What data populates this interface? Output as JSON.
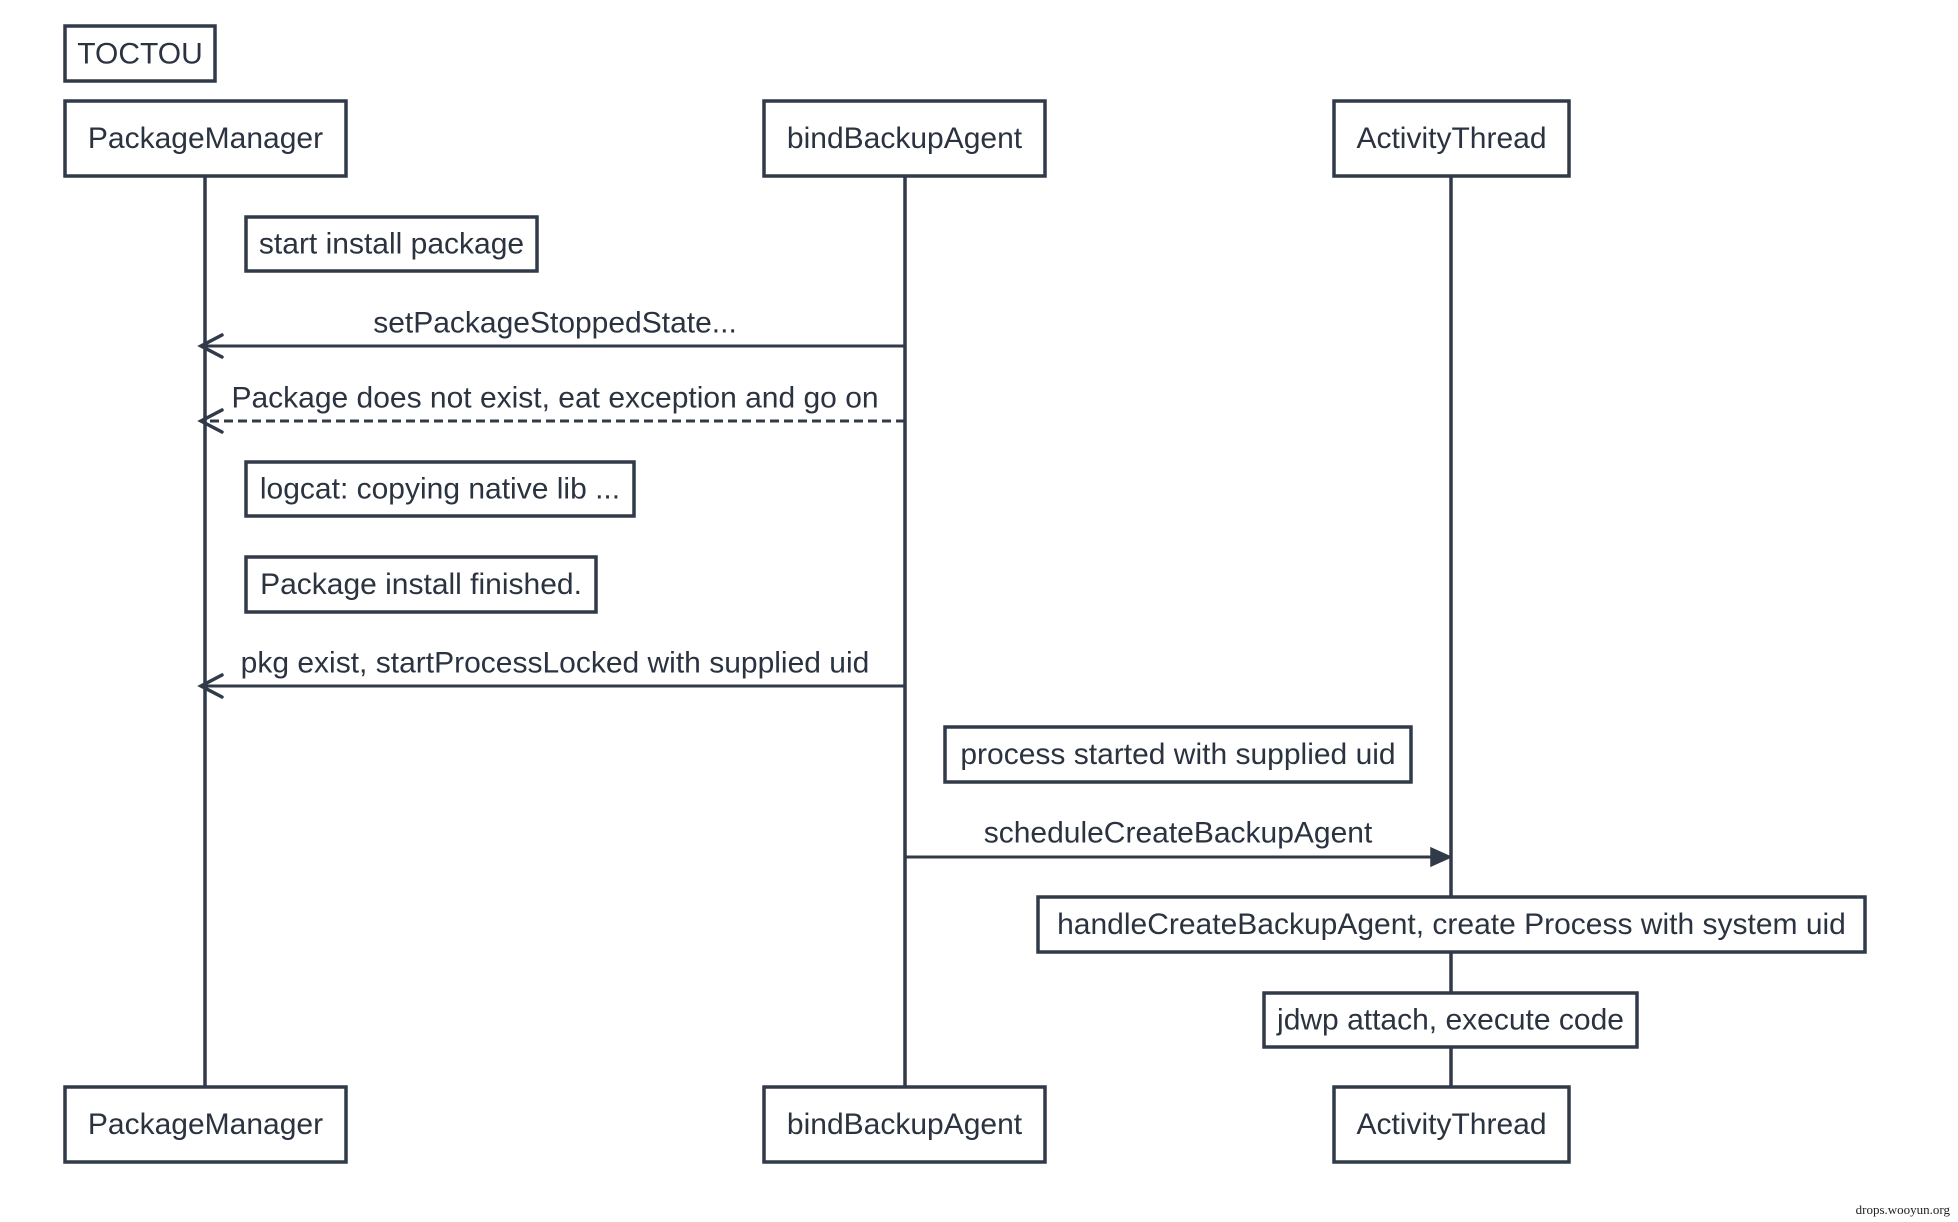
{
  "title": "TOCTOU",
  "participants": [
    {
      "name": "PackageManager"
    },
    {
      "name": "bindBackupAgent"
    },
    {
      "name": "ActivityThread"
    }
  ],
  "sequence": [
    {
      "note": "start install package",
      "anchored_to": [
        0
      ]
    },
    {
      "message": "setPackageStoppedState...",
      "from": 1,
      "to": 0,
      "dashed": false,
      "filled_arrowhead": false
    },
    {
      "message": "Package does not exist, eat exception and go on",
      "from": 1,
      "to": 0,
      "dashed": true,
      "filled_arrowhead": false
    },
    {
      "note": "logcat: copying native lib ...",
      "anchored_to": [
        0
      ]
    },
    {
      "note": "Package install finished.",
      "anchored_to": [
        0
      ]
    },
    {
      "message": "pkg exist, startProcessLocked with supplied uid",
      "from": 1,
      "to": 0,
      "dashed": false,
      "filled_arrowhead": false
    },
    {
      "note": "process started with supplied uid",
      "anchored_to": [
        1,
        2
      ]
    },
    {
      "message": "scheduleCreateBackupAgent",
      "from": 1,
      "to": 2,
      "dashed": false,
      "filled_arrowhead": true
    },
    {
      "note": "handleCreateBackupAgent, create Process with system uid",
      "anchored_to": [
        2
      ]
    },
    {
      "note": "jdwp attach, execute code",
      "anchored_to": [
        2
      ]
    }
  ],
  "watermark": "drops.wooyun.org",
  "colors": {
    "line": "#313a48",
    "text": "#2b3340",
    "background": "#ffffff"
  }
}
